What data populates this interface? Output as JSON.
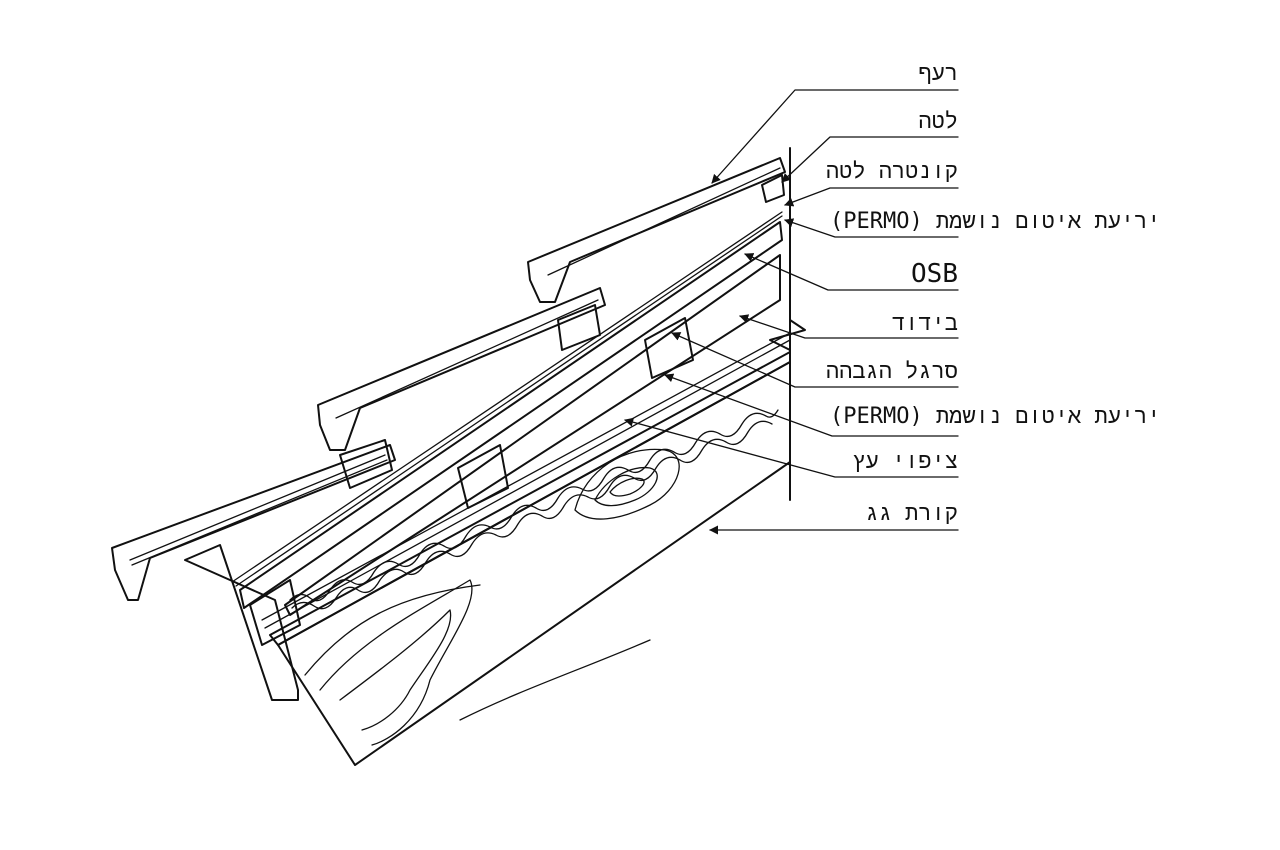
{
  "diagram": {
    "labels": [
      {
        "id": "tiles",
        "text": "רעף"
      },
      {
        "id": "batten",
        "text": "לטה"
      },
      {
        "id": "counter-batten",
        "text": "קונטרה לטה"
      },
      {
        "id": "membrane-top",
        "text": "יריעת איטום נושמת (PERMO)"
      },
      {
        "id": "osb",
        "text": "OSB"
      },
      {
        "id": "insulation",
        "text": "בידוד"
      },
      {
        "id": "raising-strip",
        "text": "סרגל הגבהה"
      },
      {
        "id": "membrane-bottom",
        "text": "יריעת איטום נושמת (PERMO)"
      },
      {
        "id": "wood-cladding",
        "text": "ציפוי עץ"
      },
      {
        "id": "roof-beam",
        "text": "קורת גג"
      }
    ]
  }
}
